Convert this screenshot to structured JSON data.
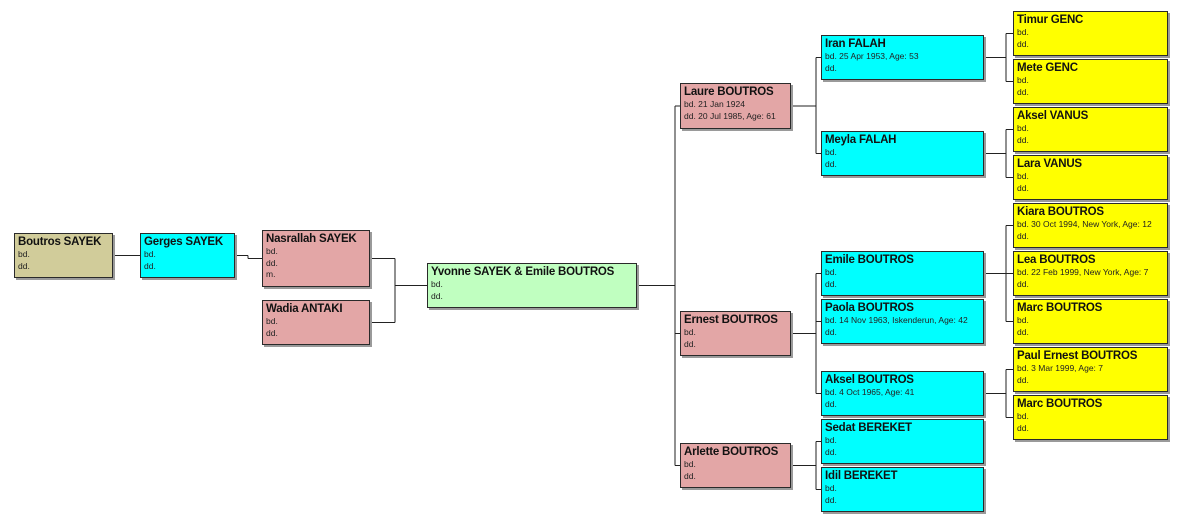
{
  "colors": {
    "root": "#d1cc9a",
    "ancestor_male": "#00ffff",
    "ancestor_female": "#e3a6a6",
    "couple": "#c0ffc0",
    "child": "#e3a6a6",
    "grandchild": "#00ffff",
    "great_grandchild": "#ffff00",
    "line": "#222222"
  },
  "people": [
    {
      "id": "boutros_sayek",
      "name": "Boutros SAYEK",
      "lines": [
        "bd.",
        "dd."
      ],
      "color": "root"
    },
    {
      "id": "gerges_sayek",
      "name": "Gerges SAYEK",
      "lines": [
        "bd.",
        "dd."
      ],
      "color": "ancestor_male"
    },
    {
      "id": "nasrallah_sayek",
      "name": "Nasrallah SAYEK",
      "lines": [
        "bd.",
        "dd.",
        "m."
      ],
      "color": "ancestor_female"
    },
    {
      "id": "wadia_antaki",
      "name": "Wadia ANTAKI",
      "lines": [
        "bd.",
        "dd."
      ],
      "color": "ancestor_female"
    },
    {
      "id": "yvonne_emile",
      "name": "Yvonne SAYEK & Emile BOUTROS",
      "lines": [
        "bd.",
        "dd."
      ],
      "color": "couple"
    },
    {
      "id": "laure_boutros",
      "name": "Laure BOUTROS",
      "lines": [
        "bd. 21 Jan 1924",
        "dd. 20 Jul 1985, Age: 61"
      ],
      "color": "child"
    },
    {
      "id": "ernest_boutros",
      "name": "Ernest BOUTROS",
      "lines": [
        "bd.",
        "dd."
      ],
      "color": "child"
    },
    {
      "id": "arlette_boutros",
      "name": "Arlette BOUTROS",
      "lines": [
        "bd.",
        "dd."
      ],
      "color": "child"
    },
    {
      "id": "iran_falah",
      "name": "Iran FALAH",
      "lines": [
        "bd. 25 Apr 1953, Age: 53",
        "dd."
      ],
      "color": "grandchild"
    },
    {
      "id": "meyla_falah",
      "name": "Meyla FALAH",
      "lines": [
        "bd.",
        "dd."
      ],
      "color": "grandchild"
    },
    {
      "id": "emile_boutros",
      "name": "Emile BOUTROS",
      "lines": [
        "bd.",
        "dd."
      ],
      "color": "grandchild"
    },
    {
      "id": "paola_boutros",
      "name": "Paola BOUTROS",
      "lines": [
        "bd. 14 Nov 1963, Iskenderun, Age: 42",
        "dd."
      ],
      "color": "grandchild"
    },
    {
      "id": "aksel_boutros",
      "name": "Aksel BOUTROS",
      "lines": [
        "bd. 4 Oct 1965, Age: 41",
        "dd."
      ],
      "color": "grandchild"
    },
    {
      "id": "sedat_bereket",
      "name": "Sedat BEREKET",
      "lines": [
        "bd.",
        "dd."
      ],
      "color": "grandchild"
    },
    {
      "id": "idil_bereket",
      "name": "Idil BEREKET",
      "lines": [
        "bd.",
        "dd."
      ],
      "color": "grandchild"
    },
    {
      "id": "timur_genc",
      "name": "Timur GENC",
      "lines": [
        "bd.",
        "dd."
      ],
      "color": "great_grandchild"
    },
    {
      "id": "mete_genc",
      "name": "Mete GENC",
      "lines": [
        "bd.",
        "dd."
      ],
      "color": "great_grandchild"
    },
    {
      "id": "aksel_vanus",
      "name": "Aksel VANUS",
      "lines": [
        "bd.",
        "dd."
      ],
      "color": "great_grandchild"
    },
    {
      "id": "lara_vanus",
      "name": "Lara VANUS",
      "lines": [
        "bd.",
        "dd."
      ],
      "color": "great_grandchild"
    },
    {
      "id": "kiara_boutros",
      "name": "Kiara BOUTROS",
      "lines": [
        "bd. 30 Oct 1994, New York, Age: 12",
        "dd."
      ],
      "color": "great_grandchild"
    },
    {
      "id": "lea_boutros",
      "name": "Lea BOUTROS",
      "lines": [
        "bd. 22 Feb 1999, New York, Age: 7",
        "dd."
      ],
      "color": "great_grandchild"
    },
    {
      "id": "marc_boutros_1",
      "name": "Marc BOUTROS",
      "lines": [
        "bd.",
        "dd."
      ],
      "color": "great_grandchild"
    },
    {
      "id": "paul_ernest_boutros",
      "name": "Paul Ernest BOUTROS",
      "lines": [
        "bd. 3 Mar 1999, Age: 7",
        "dd."
      ],
      "color": "great_grandchild"
    },
    {
      "id": "marc_boutros_2",
      "name": "Marc BOUTROS",
      "lines": [
        "bd.",
        "dd."
      ],
      "color": "great_grandchild"
    }
  ]
}
